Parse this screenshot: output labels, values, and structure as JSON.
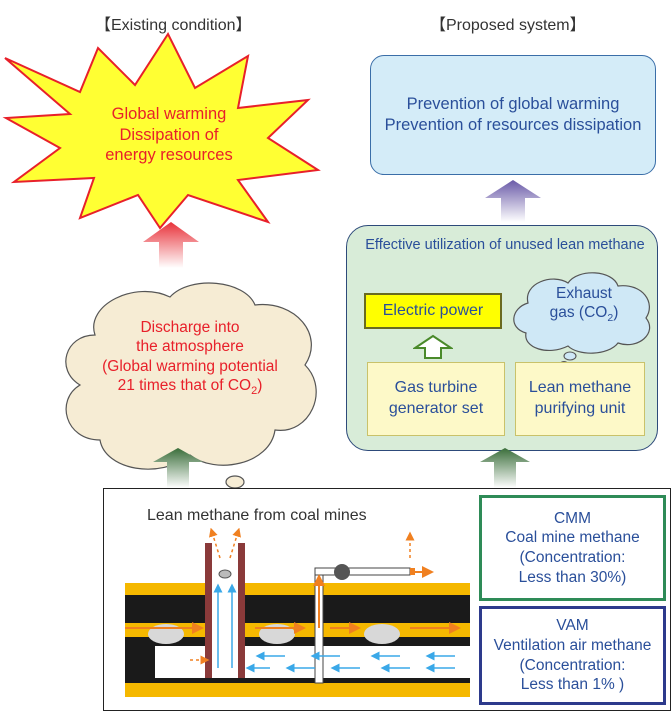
{
  "headers": {
    "existing": "【Existing condition】",
    "proposed": "【Proposed system】"
  },
  "starburst": {
    "line1": "Global warming",
    "line2": "Dissipation of",
    "line3": "energy resources"
  },
  "prevention": {
    "line1": "Prevention of global warming",
    "line2": "Prevention of resources dissipation"
  },
  "utilization": {
    "title": "Effective utilization of unused lean methane",
    "electric_power": "Electric power",
    "exhaust_line1": "Exhaust",
    "exhaust_line2": "gas (CO",
    "exhaust_sub": "2",
    "exhaust_close": ")",
    "gas_turbine_line1": "Gas turbine",
    "gas_turbine_line2": "generator set",
    "purifying_line1": "Lean methane",
    "purifying_line2": "purifying unit"
  },
  "discharge": {
    "line1": "Discharge into",
    "line2": "the atmosphere",
    "line3": "(Global warming potential",
    "line4_pre": "21 times that of CO",
    "line4_sub": "2",
    "line4_post": ")"
  },
  "coal": {
    "title": "Lean methane from coal mines"
  },
  "cmm": {
    "line1": "CMM",
    "line2": "Coal mine methane",
    "line3": "(Concentration:",
    "line4": "Less than 30%)"
  },
  "vam": {
    "line1": "VAM",
    "line2": "Ventilation air methane",
    "line3": "(Concentration:",
    "line4": "Less than 1% )"
  },
  "colors": {
    "red_text": "#e8202a",
    "blue_text": "#2a4f9a",
    "starburst_fill": "#ffff33",
    "cloud_fill": "#f6ecd4",
    "coal_seam": "#f5b800",
    "arrow_up_red": "#e8323a",
    "arrow_up_green": "#3a6e3a",
    "arrow_up_purple": "#6a5aa8"
  }
}
